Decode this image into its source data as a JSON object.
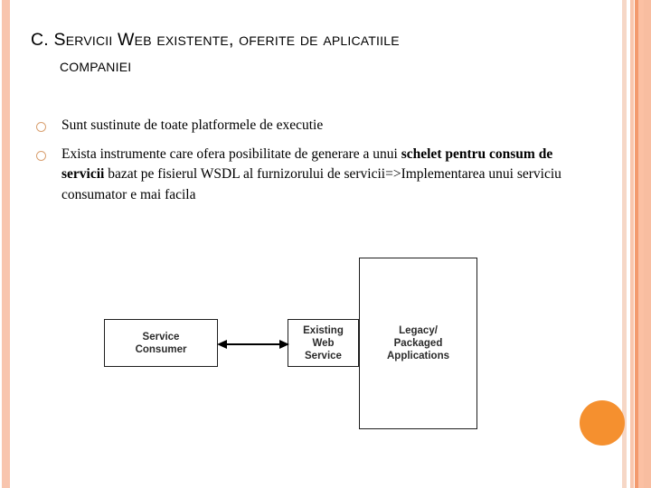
{
  "slide": {
    "title_line1": "C. Servicii Web existente, oferite de aplicatiile",
    "title_line2": "companiei",
    "background_color": "#ffffff",
    "accent_color": "#f5902f",
    "stripe_color": "#f8c5ae",
    "bullet_marker_color": "#d9a070"
  },
  "bullets": [
    {
      "text_plain": "Sunt sustinute de toate platformele de executie",
      "segments": [
        {
          "text": "Sunt sustinute de toate platformele de executie",
          "bold": false
        }
      ]
    },
    {
      "text_plain": "Exista instrumente care ofera posibilitate de generare a unui schelet pentru consum de servicii bazat pe fisierul WSDL al furnizorului de servicii=>Implementarea unui serviciu consumator e mai facila",
      "segments": [
        {
          "text": "Exista instrumente care ofera posibilitate de generare a unui ",
          "bold": false
        },
        {
          "text": "schelet pentru consum de servicii",
          "bold": true
        },
        {
          "text": " bazat pe fisierul WSDL al furnizorului de servicii=>Implementarea unui serviciu consumator e mai facila",
          "bold": false
        }
      ]
    }
  ],
  "diagram": {
    "boxes": {
      "consumer": "Service\nConsumer",
      "consumer_line1": "Service",
      "consumer_line2": "Consumer",
      "existing_line1": "Existing",
      "existing_line2": "Web",
      "existing_line3": "Service",
      "legacy_line1": "Legacy/",
      "legacy_line2": "Packaged",
      "legacy_line3": "Applications"
    },
    "connector": {
      "type": "double-headed-arrow",
      "from": "consumer",
      "to": "existing"
    }
  },
  "decorations": {
    "circle_label": "orange-decorative-circle"
  }
}
